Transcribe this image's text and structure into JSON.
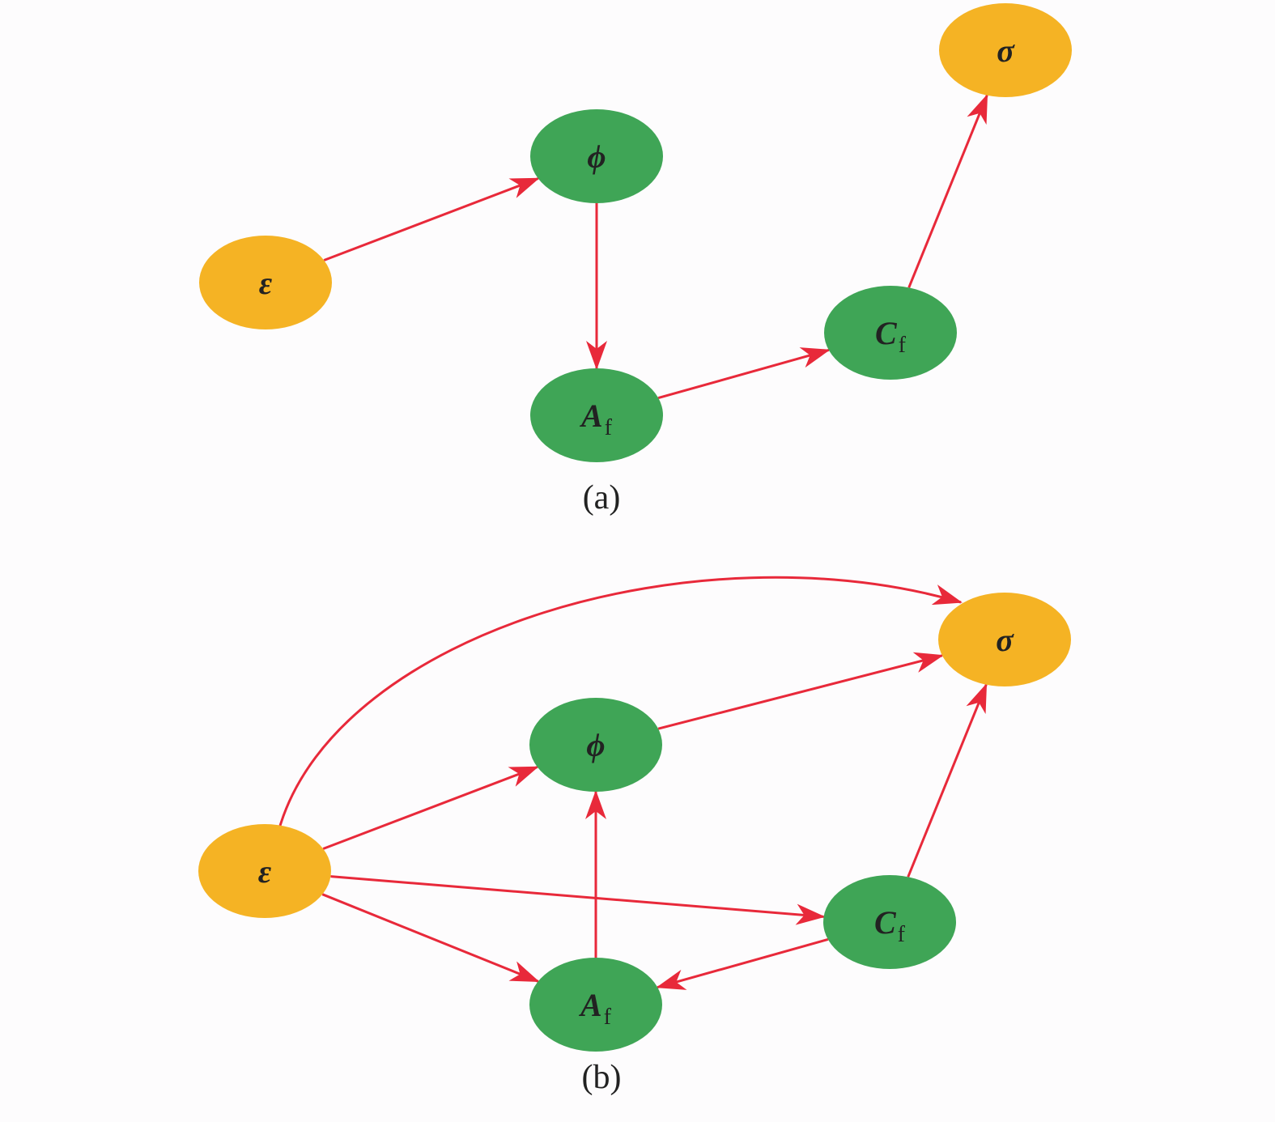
{
  "colors": {
    "background": "#fdfcfd",
    "input_output_node": "#f5b324",
    "intermediate_node": "#3fa556",
    "edge": "#e8293a",
    "label": "#222222"
  },
  "panels": [
    {
      "id": "a",
      "caption": "(a)",
      "nodes": [
        {
          "id": "sigma",
          "label": "σ",
          "subscript": "",
          "kind": "input_output_node"
        },
        {
          "id": "phi",
          "label": "ϕ",
          "subscript": "",
          "kind": "intermediate_node"
        },
        {
          "id": "epsilon",
          "label": "ε",
          "subscript": "",
          "kind": "input_output_node"
        },
        {
          "id": "cf",
          "label": "C",
          "subscript": "f",
          "kind": "intermediate_node"
        },
        {
          "id": "af",
          "label": "A",
          "subscript": "f",
          "kind": "intermediate_node"
        }
      ],
      "edges": [
        {
          "from": "epsilon",
          "to": "phi"
        },
        {
          "from": "phi",
          "to": "af"
        },
        {
          "from": "af",
          "to": "cf"
        },
        {
          "from": "cf",
          "to": "sigma"
        }
      ]
    },
    {
      "id": "b",
      "caption": "(b)",
      "nodes": [
        {
          "id": "sigma",
          "label": "σ",
          "subscript": "",
          "kind": "input_output_node"
        },
        {
          "id": "phi",
          "label": "ϕ",
          "subscript": "",
          "kind": "intermediate_node"
        },
        {
          "id": "epsilon",
          "label": "ε",
          "subscript": "",
          "kind": "input_output_node"
        },
        {
          "id": "cf",
          "label": "C",
          "subscript": "f",
          "kind": "intermediate_node"
        },
        {
          "id": "af",
          "label": "A",
          "subscript": "f",
          "kind": "intermediate_node"
        }
      ],
      "edges": [
        {
          "from": "epsilon",
          "to": "sigma",
          "curved": true
        },
        {
          "from": "epsilon",
          "to": "phi"
        },
        {
          "from": "epsilon",
          "to": "cf"
        },
        {
          "from": "epsilon",
          "to": "af"
        },
        {
          "from": "phi",
          "to": "sigma"
        },
        {
          "from": "af",
          "to": "phi"
        },
        {
          "from": "cf",
          "to": "af"
        },
        {
          "from": "cf",
          "to": "sigma"
        }
      ]
    }
  ]
}
